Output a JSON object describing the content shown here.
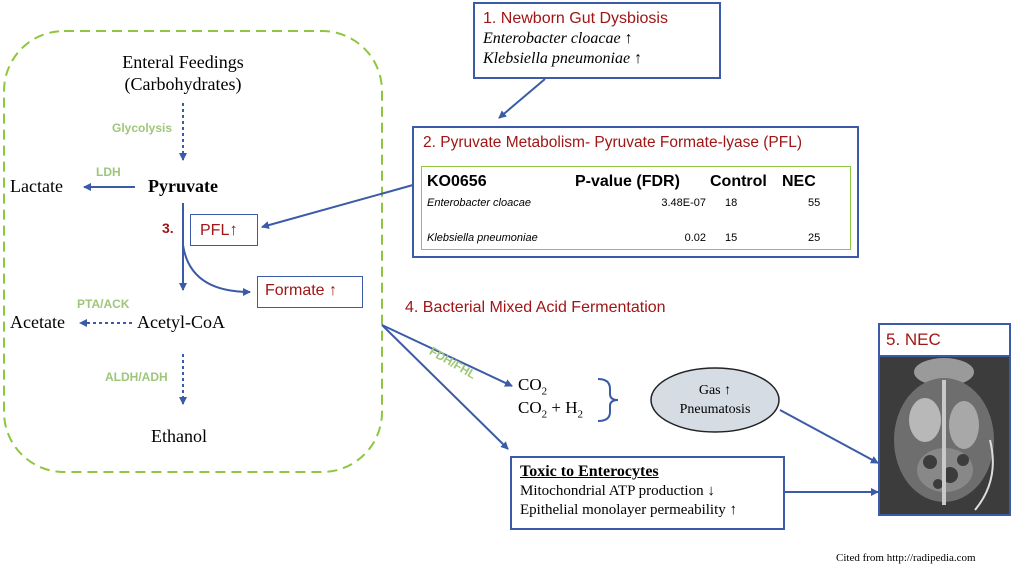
{
  "left_panel": {
    "enteral_line1": "Enteral Feedings",
    "enteral_line2": "(Carbohydrates)",
    "glycolysis": "Glycolysis",
    "ldh": "LDH",
    "lactate": "Lactate",
    "pyruvate": "Pyruvate",
    "step3": "3.",
    "pfl": "PFL",
    "pfl_arrow": "↑",
    "formate": "Formate ↑",
    "pta_ack": "PTA/ACK",
    "acetate": "Acetate",
    "acetyl_coa": "Acetyl-CoA",
    "aldh_adh": "ALDH/ADH",
    "ethanol": "Ethanol"
  },
  "box1": {
    "title": "1. Newborn Gut Dysbiosis",
    "line1": "Enterobacter cloacae ↑",
    "line2": "Klebsiella pneumoniae ↑"
  },
  "box2": {
    "title": "2. Pyruvate Metabolism- Pyruvate Formate-lyase (PFL)",
    "table": {
      "headers": [
        "KO0656",
        "P-value (FDR)",
        "Control",
        "NEC"
      ],
      "rows": [
        [
          "Enterobacter cloacae",
          "3.48E-07",
          "18",
          "55"
        ],
        [
          "Klebsiella pneumoniae",
          "0.02",
          "15",
          "25"
        ]
      ]
    }
  },
  "step4": "4. Bacterial Mixed Acid Fermentation",
  "fdh_fhl": "FDH/FHL",
  "co2": "CO",
  "co2_sub": "2",
  "co2h2_pre": "CO",
  "co2h2_sub1": "2",
  "co2h2_mid": " + H",
  "co2h2_sub2": "2",
  "gas": {
    "line1": "Gas ↑",
    "line2": "Pneumatosis"
  },
  "toxic": {
    "title": "Toxic to Enterocytes",
    "line1": "Mitochondrial ATP production ↓",
    "line2": "Epithelial monolayer permeability ↑"
  },
  "nec": {
    "title": "5. NEC"
  },
  "citation": "Cited from http://radipedia.com",
  "colors": {
    "arrow": "#3b5aa8",
    "dashed_border": "#8fc63f",
    "label_green": "#9dc77a",
    "title_red": "#a01616",
    "inner_box_border": "#8fc63f"
  }
}
